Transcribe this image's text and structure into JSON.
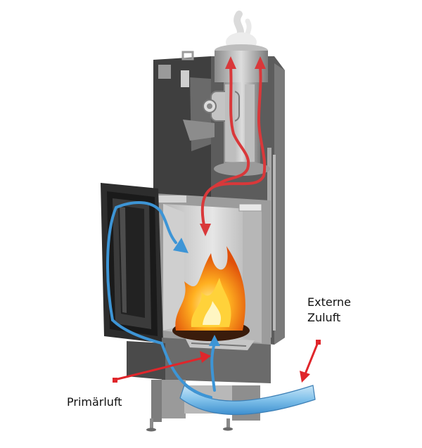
{
  "labels": {
    "external_air_line1": "Externe",
    "external_air_line2": "Zuluft",
    "primary_air": "Primärluft"
  },
  "colors": {
    "body_dark": "#4a4a4a",
    "body_mid": "#6b6b6b",
    "body_light": "#c9c9c9",
    "chamber": "#dcdcdc",
    "warm_air_arrow": "#d9383a",
    "cold_air_arrow": "#3d95d6",
    "cold_air_duct": "#9ccfee",
    "marker_red": "#e0262b",
    "flame_outer": "#f07a10",
    "flame_inner": "#ffd23a"
  },
  "icons": [
    "fireplace-insert-illustration",
    "flame-icon",
    "smoke-plume"
  ]
}
